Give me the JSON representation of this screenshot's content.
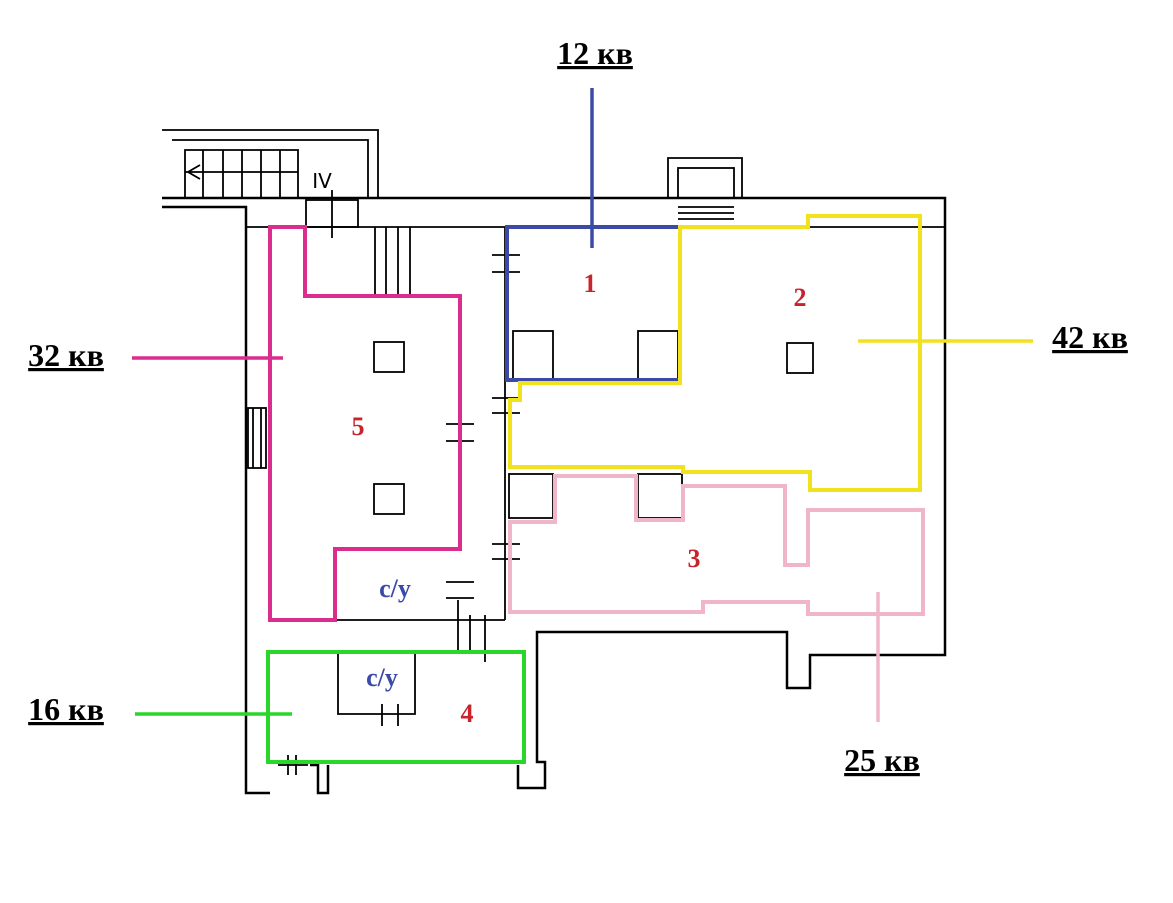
{
  "colors": {
    "room1": "#3b4aa6",
    "room2": "#f2e21e",
    "room3": "#f0b6c8",
    "room4": "#2bd62b",
    "room5": "#dc2c8e",
    "room_number": "#c8242c",
    "su_text": "#3b4aa6"
  },
  "rooms": [
    {
      "id": "1",
      "number": "1",
      "area": "12 кв"
    },
    {
      "id": "2",
      "number": "2",
      "area": "42 кв"
    },
    {
      "id": "3",
      "number": "3",
      "area": "25 кв"
    },
    {
      "id": "4",
      "number": "4",
      "area": "16 кв"
    },
    {
      "id": "5",
      "number": "5",
      "area": "32 кв"
    }
  ],
  "wc_labels": [
    "с/у",
    "с/у"
  ],
  "stair_label": "IV"
}
